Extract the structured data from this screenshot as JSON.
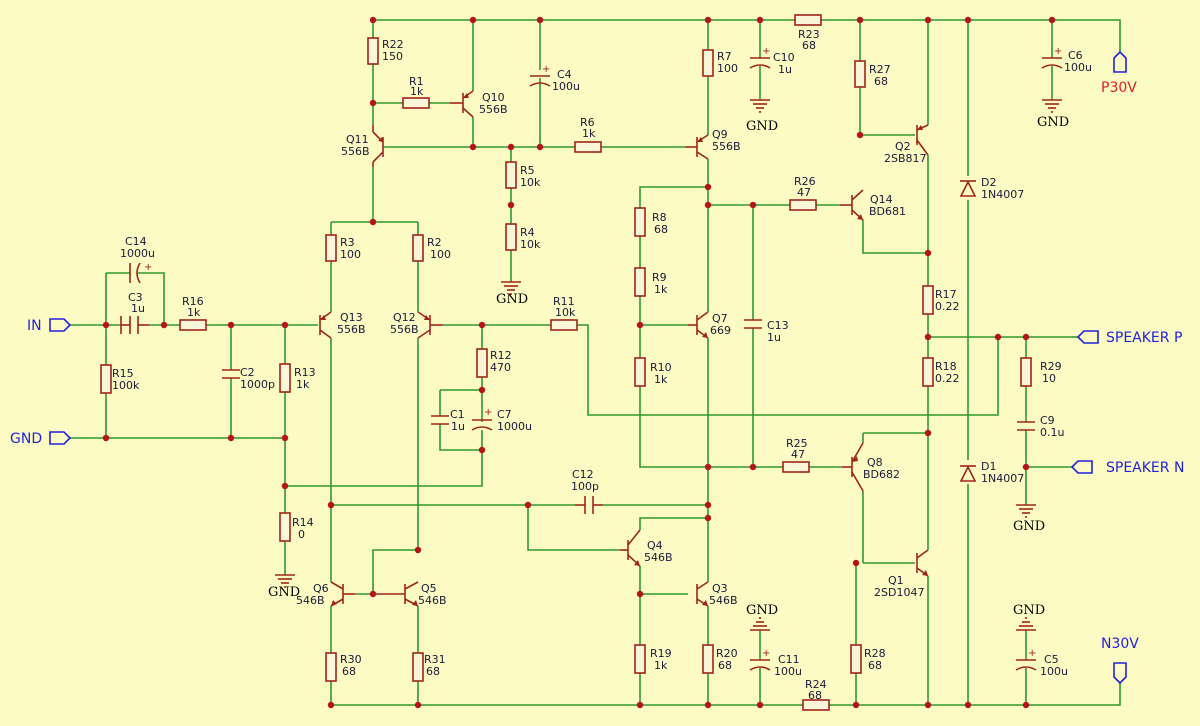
{
  "ports": {
    "in": "IN",
    "gnd": "GND",
    "speaker_p": "SPEAKER P",
    "speaker_n": "SPEAKER N",
    "p30v": "P30V",
    "n30v": "N30V"
  },
  "gnd_label": "GND",
  "resistors": {
    "r1": {
      "ref": "R1",
      "value": "1k"
    },
    "r2": {
      "ref": "R2",
      "value": "100"
    },
    "r3": {
      "ref": "R3",
      "value": "100"
    },
    "r4": {
      "ref": "R4",
      "value": "10k"
    },
    "r5": {
      "ref": "R5",
      "value": "10k"
    },
    "r6": {
      "ref": "R6",
      "value": "1k"
    },
    "r7": {
      "ref": "R7",
      "value": "100"
    },
    "r8": {
      "ref": "R8",
      "value": "68"
    },
    "r9": {
      "ref": "R9",
      "value": "1k"
    },
    "r10": {
      "ref": "R10",
      "value": "1k"
    },
    "r11": {
      "ref": "R11",
      "value": "10k"
    },
    "r12": {
      "ref": "R12",
      "value": "470"
    },
    "r13": {
      "ref": "R13",
      "value": "1k"
    },
    "r14": {
      "ref": "R14",
      "value": "0"
    },
    "r15": {
      "ref": "R15",
      "value": "100k"
    },
    "r16": {
      "ref": "R16",
      "value": "1k"
    },
    "r17": {
      "ref": "R17",
      "value": "0.22"
    },
    "r18": {
      "ref": "R18",
      "value": "0.22"
    },
    "r19": {
      "ref": "R19",
      "value": "1k"
    },
    "r20": {
      "ref": "R20",
      "value": "68"
    },
    "r22": {
      "ref": "R22",
      "value": "150"
    },
    "r23": {
      "ref": "R23",
      "value": "68"
    },
    "r24": {
      "ref": "R24",
      "value": "68"
    },
    "r25": {
      "ref": "R25",
      "value": "47"
    },
    "r26": {
      "ref": "R26",
      "value": "47"
    },
    "r27": {
      "ref": "R27",
      "value": "68"
    },
    "r28": {
      "ref": "R28",
      "value": "68"
    },
    "r29": {
      "ref": "R29",
      "value": "10"
    },
    "r30": {
      "ref": "R30",
      "value": "68"
    },
    "r31": {
      "ref": "R31",
      "value": "68"
    }
  },
  "capacitors": {
    "c1": {
      "ref": "C1",
      "value": "1u"
    },
    "c2": {
      "ref": "C2",
      "value": "1000p"
    },
    "c3": {
      "ref": "C3",
      "value": "1u"
    },
    "c4": {
      "ref": "C4",
      "value": "100u"
    },
    "c5": {
      "ref": "C5",
      "value": "100u"
    },
    "c6": {
      "ref": "C6",
      "value": "100u"
    },
    "c7": {
      "ref": "C7",
      "value": "1000u"
    },
    "c9": {
      "ref": "C9",
      "value": "0.1u"
    },
    "c10": {
      "ref": "C10",
      "value": "1u"
    },
    "c11": {
      "ref": "C11",
      "value": "100u"
    },
    "c12": {
      "ref": "C12",
      "value": "100p"
    },
    "c13": {
      "ref": "C13",
      "value": "1u"
    },
    "c14": {
      "ref": "C14",
      "value": "1000u"
    }
  },
  "transistors": {
    "q1": {
      "ref": "Q1",
      "value": "2SD1047"
    },
    "q2": {
      "ref": "Q2",
      "value": "2SB817"
    },
    "q3": {
      "ref": "Q3",
      "value": "546B"
    },
    "q4": {
      "ref": "Q4",
      "value": "546B"
    },
    "q5": {
      "ref": "Q5",
      "value": "546B"
    },
    "q6": {
      "ref": "Q6",
      "value": "546B"
    },
    "q7": {
      "ref": "Q7",
      "value": "669"
    },
    "q8": {
      "ref": "Q8",
      "value": "BD682"
    },
    "q9": {
      "ref": "Q9",
      "value": "556B"
    },
    "q10": {
      "ref": "Q10",
      "value": "556B"
    },
    "q11": {
      "ref": "Q11",
      "value": "556B"
    },
    "q12": {
      "ref": "Q12",
      "value": "556B"
    },
    "q13": {
      "ref": "Q13",
      "value": "556B"
    },
    "q14": {
      "ref": "Q14",
      "value": "BD681"
    }
  },
  "diodes": {
    "d1": {
      "ref": "D1",
      "value": "1N4007"
    },
    "d2": {
      "ref": "D2",
      "value": "1N4007"
    }
  },
  "colors": {
    "background": "#fcfbc4",
    "wire": "#2e9a2e",
    "component": "#a0241c",
    "junction": "#b4141a",
    "port": "#2222dd",
    "port_supply_p": "#dd2222"
  }
}
